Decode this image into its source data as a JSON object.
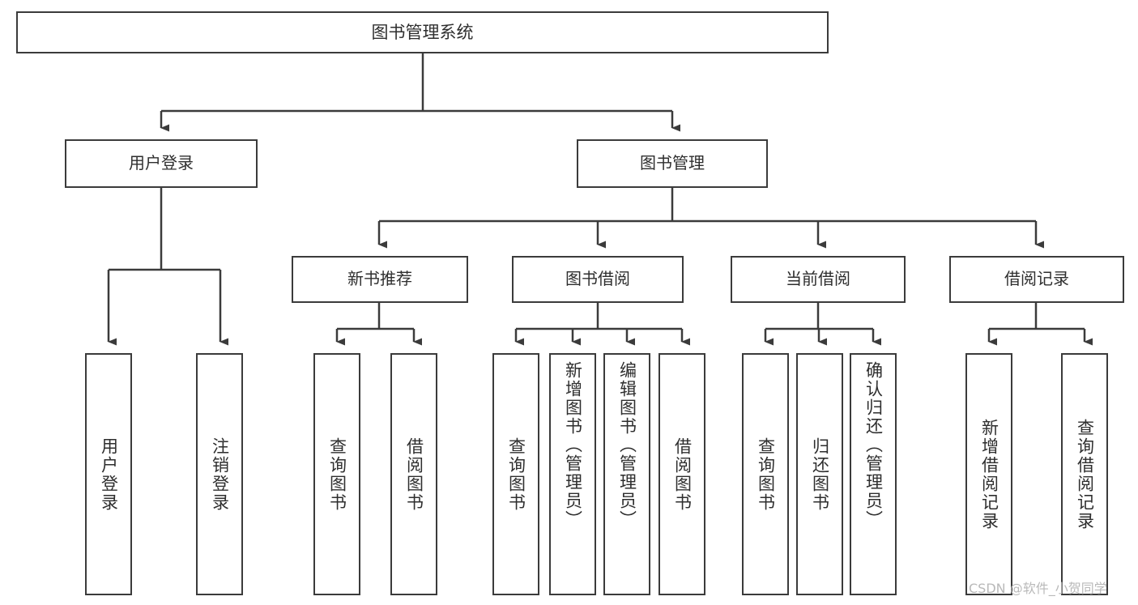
{
  "diagram": {
    "type": "tree",
    "title": "图书管理系统",
    "line_color": "#3b3b3b",
    "text_color": "#2e2e2e",
    "background": "#ffffff",
    "root": {
      "id": "root",
      "label": "图书管理系统"
    },
    "level1": [
      {
        "id": "user-login",
        "label": "用户登录"
      },
      {
        "id": "book-manage",
        "label": "图书管理"
      }
    ],
    "level2": [
      {
        "id": "new-book-recommend",
        "label": "新书推荐",
        "parent": "book-manage"
      },
      {
        "id": "book-borrow",
        "label": "图书借阅",
        "parent": "book-manage"
      },
      {
        "id": "current-borrow",
        "label": "当前借阅",
        "parent": "book-manage"
      },
      {
        "id": "borrow-record",
        "label": "借阅记录",
        "parent": "book-manage"
      }
    ],
    "leaves": {
      "user-login": [
        {
          "id": "leaf-user-login",
          "label": "用户登录"
        },
        {
          "id": "leaf-user-logout",
          "label": "注销登录"
        }
      ],
      "new-book-recommend": [
        {
          "id": "leaf-query-book-1",
          "label": "查询图书"
        },
        {
          "id": "leaf-borrow-book-1",
          "label": "借阅图书"
        }
      ],
      "book-borrow": [
        {
          "id": "leaf-query-book-2",
          "label": "查询图书"
        },
        {
          "id": "leaf-add-book",
          "label": "新增图书（管理员）"
        },
        {
          "id": "leaf-edit-book",
          "label": "编辑图书（管理员）"
        },
        {
          "id": "leaf-borrow-book-2",
          "label": "借阅图书"
        }
      ],
      "current-borrow": [
        {
          "id": "leaf-query-book-3",
          "label": "查询图书"
        },
        {
          "id": "leaf-return-book",
          "label": "归还图书"
        },
        {
          "id": "leaf-confirm-return",
          "label": "确认归还（管理员）"
        }
      ],
      "borrow-record": [
        {
          "id": "leaf-add-record",
          "label": "新增借阅记录"
        },
        {
          "id": "leaf-query-record",
          "label": "查询借阅记录"
        }
      ]
    }
  },
  "watermark": {
    "text": "CSDN @软件_小贺同学"
  }
}
